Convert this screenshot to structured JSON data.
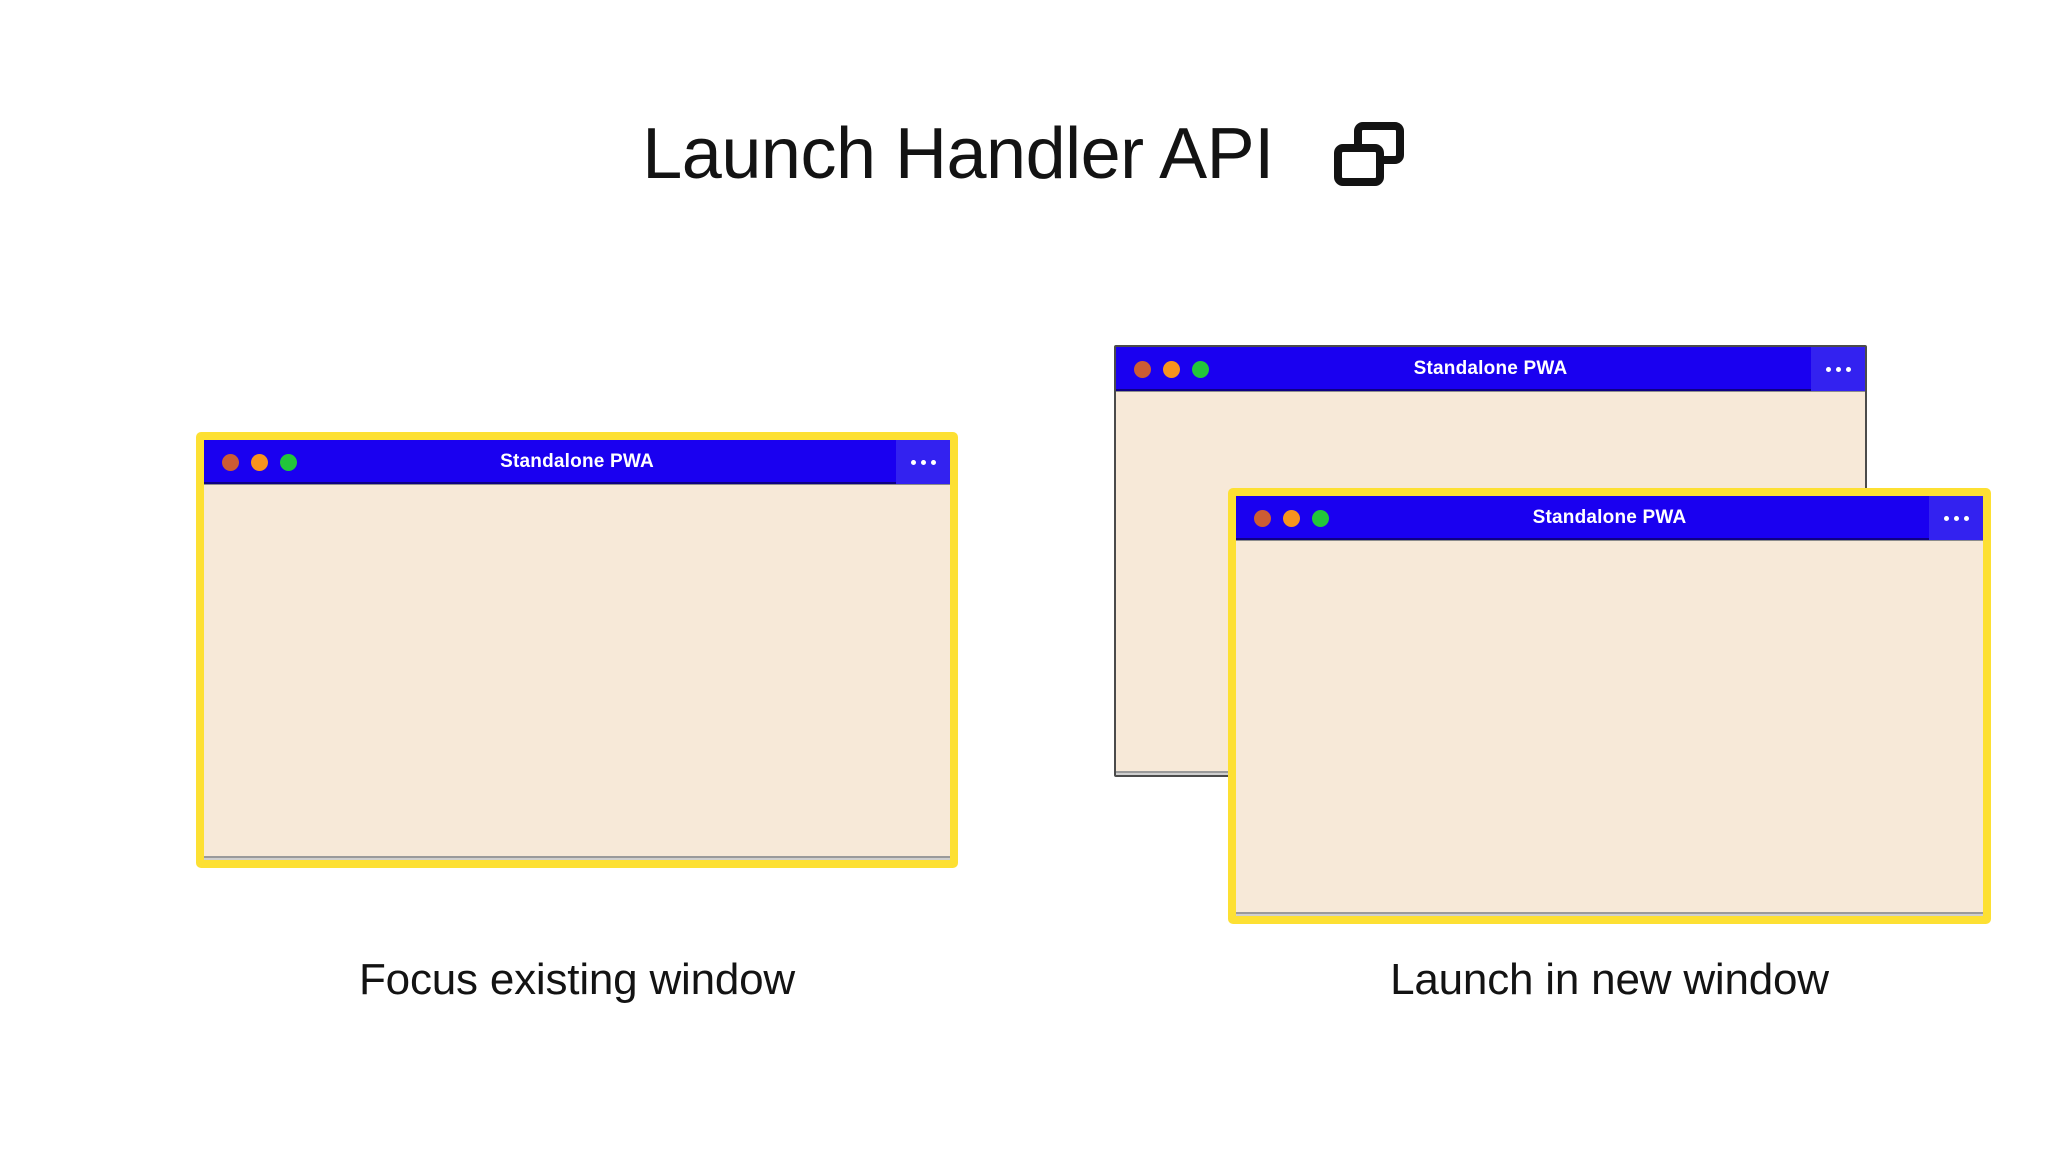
{
  "header": {
    "title": "Launch Handler API",
    "icon": "multiple-windows-icon"
  },
  "windows": [
    {
      "id": "focus-existing",
      "title": "Standalone PWA",
      "menu_icon": "more-options-icon",
      "highlighted": true,
      "traffic_lights": [
        "close",
        "minimize",
        "maximize"
      ]
    },
    {
      "id": "new-window-back",
      "title": "Standalone PWA",
      "menu_icon": "more-options-icon",
      "highlighted": false,
      "traffic_lights": [
        "close",
        "minimize",
        "maximize"
      ]
    },
    {
      "id": "new-window-front",
      "title": "Standalone PWA",
      "menu_icon": "more-options-icon",
      "highlighted": true,
      "traffic_lights": [
        "close",
        "minimize",
        "maximize"
      ]
    }
  ],
  "captions": {
    "left": "Focus existing window",
    "right": "Launch in new window"
  },
  "colors": {
    "titlebar_blue": "#1a00f0",
    "menu_blue": "#3322f0",
    "highlight_yellow": "#fde033",
    "window_body": "#f7e9d8",
    "dot_red": "#cc5c33",
    "dot_yellow": "#f7931e",
    "dot_green": "#22c63a",
    "background": "#ffffff",
    "text": "#131313"
  }
}
